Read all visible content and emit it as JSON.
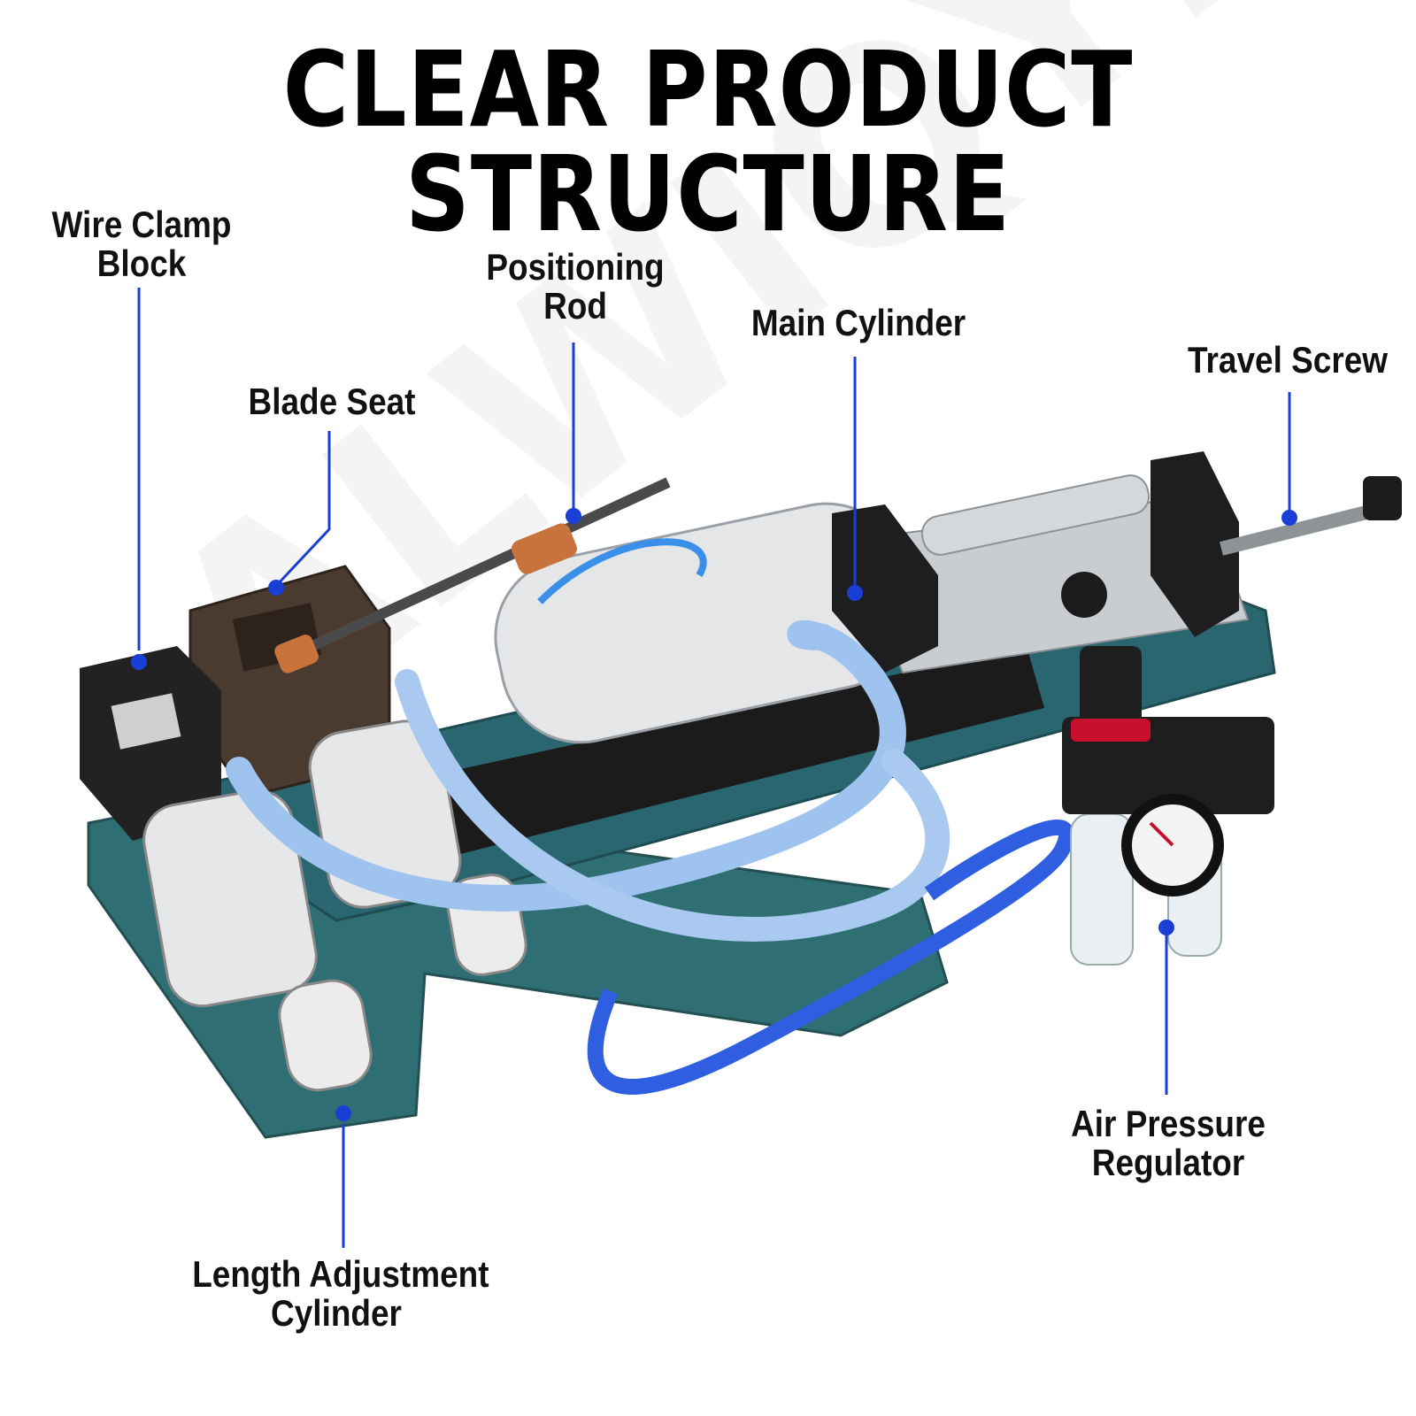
{
  "title": "CLEAR PRODUCT STRUCTURE",
  "watermark": "ALWIQYDT",
  "accent_color": "#1a3fd6",
  "labels": {
    "wire_clamp_block": [
      "Wire Clamp",
      "Block"
    ],
    "blade_seat": [
      "Blade Seat"
    ],
    "positioning_rod": [
      "Positioning",
      "Rod"
    ],
    "main_cylinder": [
      "Main Cylinder"
    ],
    "travel_screw": [
      "Travel Screw"
    ],
    "air_pressure_regulator": [
      "Air Pressure",
      "Regulator"
    ],
    "length_adjustment_cylinder": [
      "Length Adjustment",
      "Cylinder"
    ]
  }
}
